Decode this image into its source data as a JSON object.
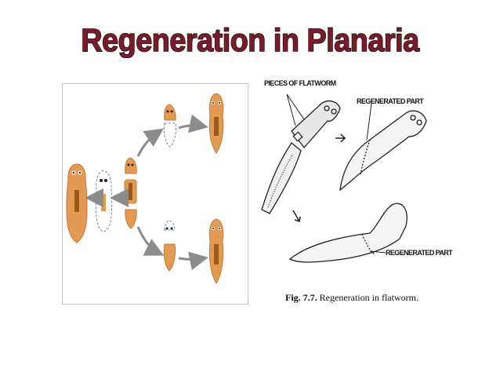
{
  "slide": {
    "title": "Regeneration in Planaria",
    "title_color": "#7b1a2b",
    "worm_color": "#e39a52",
    "arrow_color": "#8c8c8c"
  },
  "figure": {
    "label_pieces": "PIECES OF FLATWORM",
    "label_regenerated_top": "REGENERATED PART",
    "label_regenerated_bottom": "REGENERATED PART",
    "caption_number": "Fig. 7.7.",
    "caption_text": "Regeneration in flatworm."
  }
}
